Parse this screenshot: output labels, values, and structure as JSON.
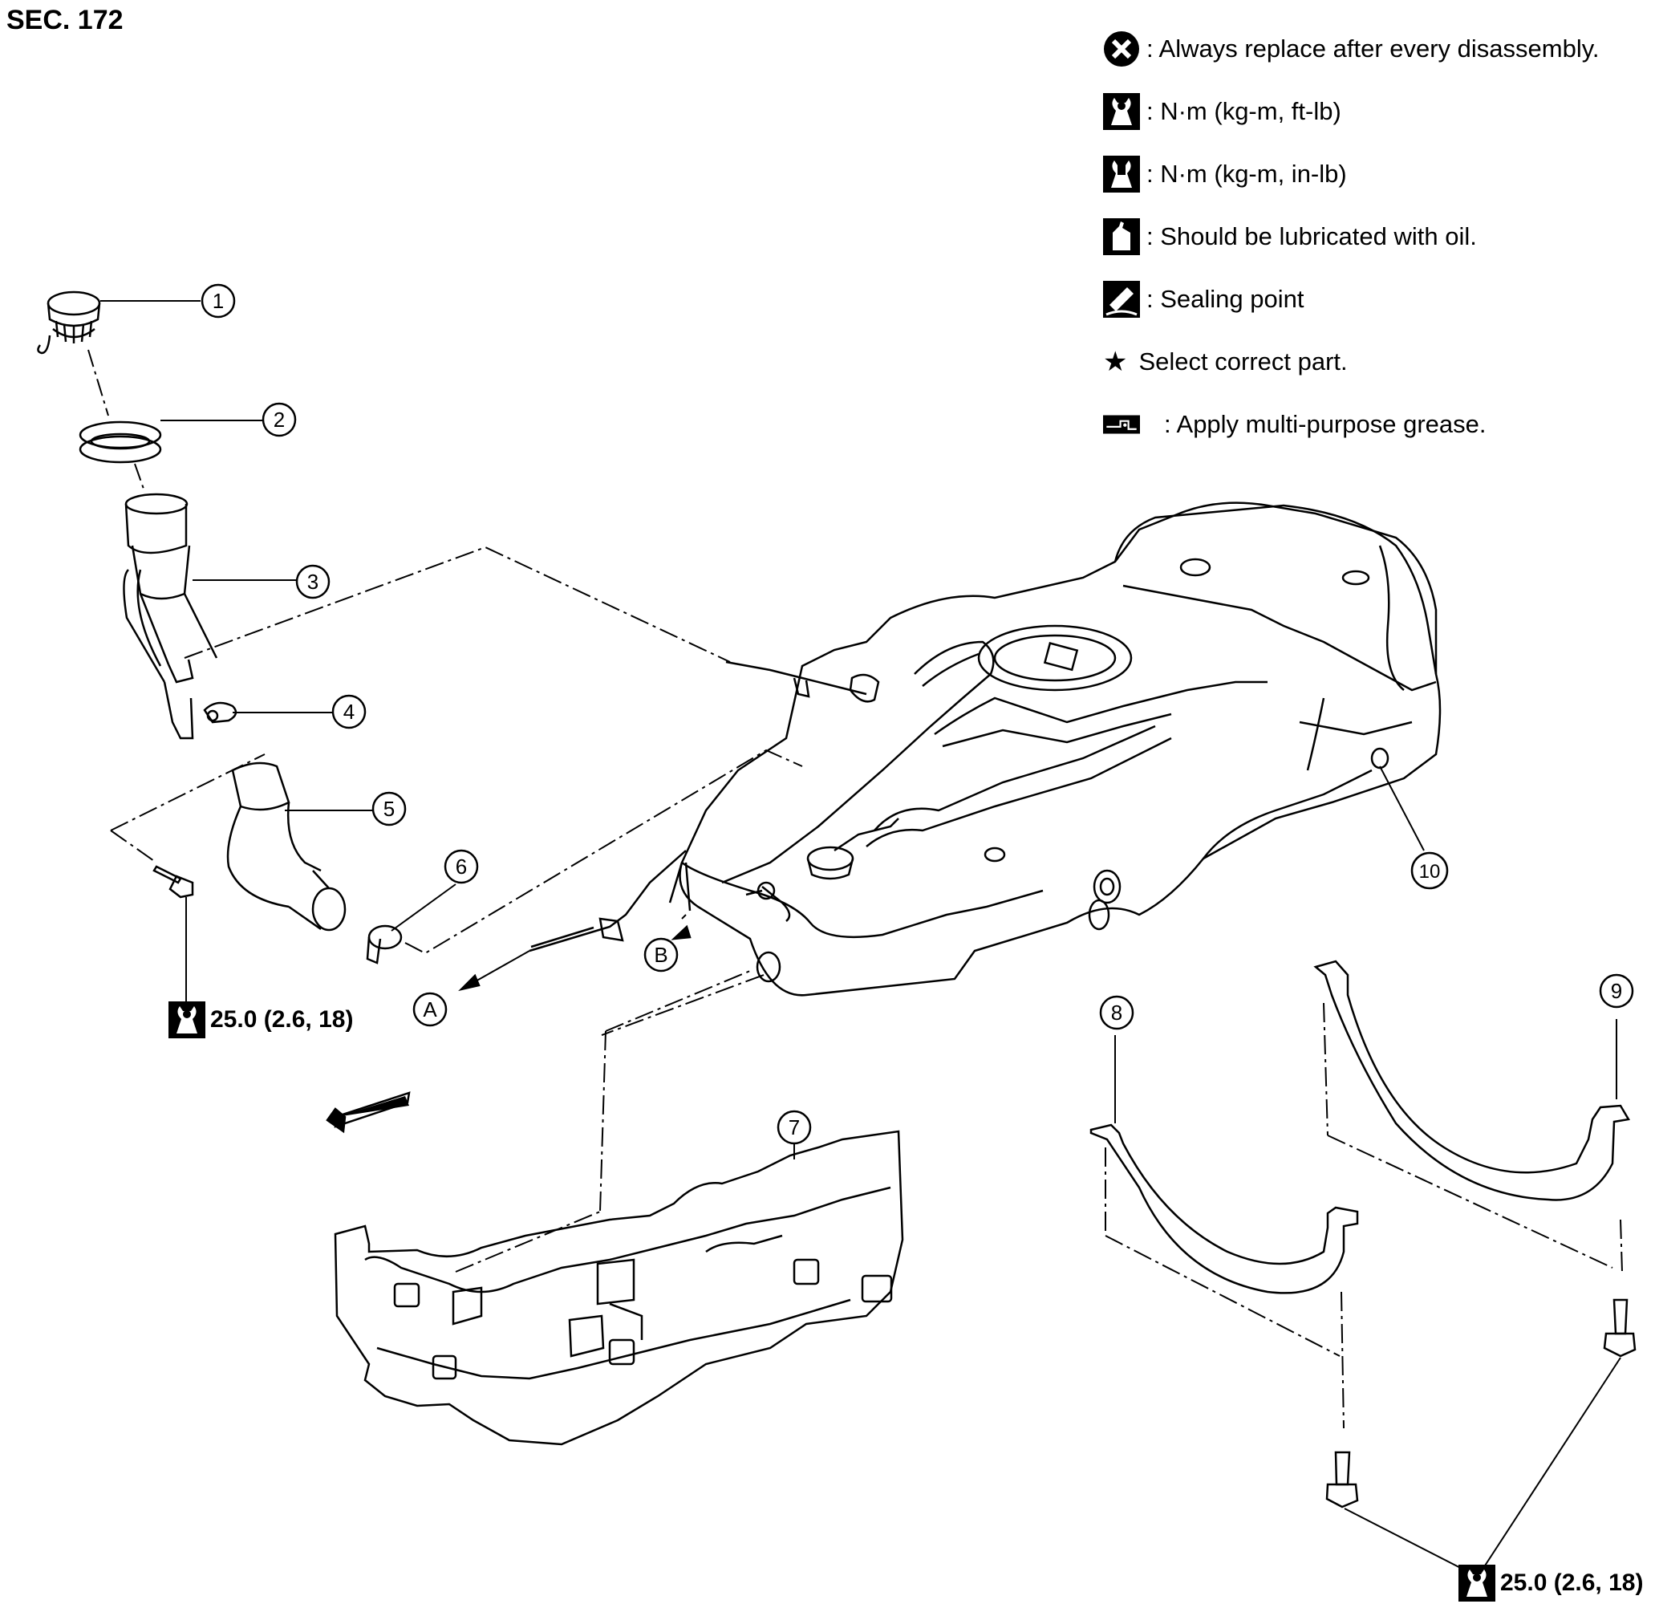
{
  "section": "SEC. 172",
  "legend": [
    {
      "icon": "replace-x-icon",
      "text": ": Always replace after every disassembly."
    },
    {
      "icon": "torque-wrench-ftlb-icon",
      "text": ": N·m (kg-m, ft-lb)"
    },
    {
      "icon": "torque-wrench-inlb-icon",
      "text": ": N·m (kg-m, in-lb)"
    },
    {
      "icon": "oil-can-icon",
      "text": ": Should be lubricated with oil."
    },
    {
      "icon": "sealing-point-icon",
      "text": ": Sealing point"
    },
    {
      "icon": "star-icon",
      "text": "Select correct part."
    },
    {
      "icon": "grease-icon",
      "text": ": Apply multi-purpose grease."
    }
  ],
  "callouts": [
    "1",
    "2",
    "3",
    "4",
    "5",
    "6",
    "7",
    "8",
    "9",
    "10"
  ],
  "reference_letters": [
    "A",
    "B"
  ],
  "torque_specs": {
    "left": "25.0 (2.6, 18)",
    "right": "25.0 (2.6, 18)"
  }
}
